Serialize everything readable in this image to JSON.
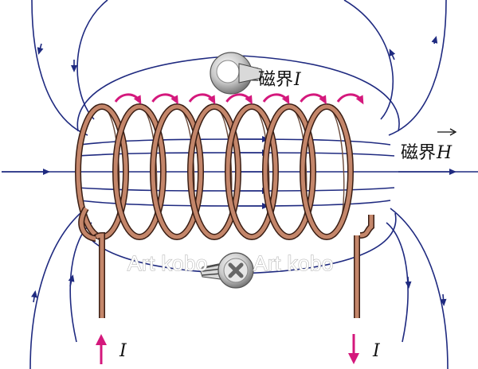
{
  "diagram": {
    "labels": {
      "field_i_kanji": "磁界",
      "field_i_symbol": "I",
      "field_h_kanji": "磁界",
      "field_h_symbol": "H",
      "current_in": "I",
      "current_out": "I"
    },
    "watermark": [
      "Art kobo",
      "Art kobo"
    ],
    "icons": [
      "screw-icon",
      "screw-icon"
    ],
    "colors": {
      "field_line": "#1f2a80",
      "coil": "#c4866a",
      "coil_outline": "#3a1e14",
      "current_arrow": "#d4187c"
    },
    "coil_turns": 7
  }
}
